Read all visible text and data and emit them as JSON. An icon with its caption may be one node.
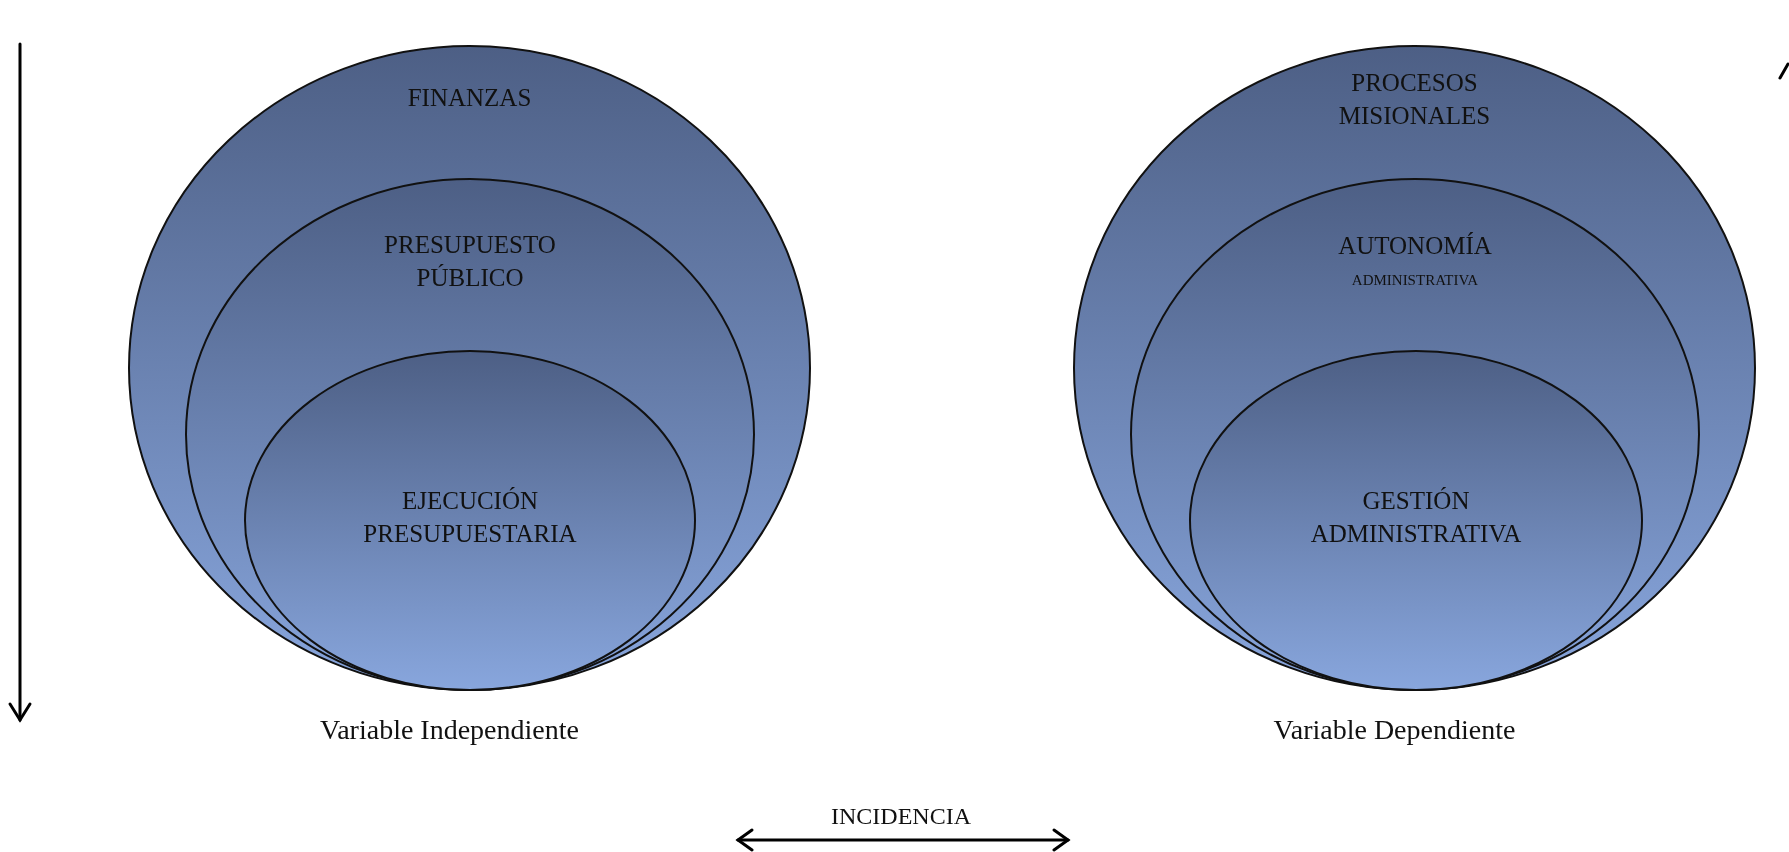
{
  "diagram": {
    "nodes": [
      {
        "text": [
          "FINANZAS"
        ],
        "beside": [
          "Variable Independiente"
        ]
      },
      {
        "text": [
          "PRESUPUESTO PÚBLICO"
        ],
        "in": 0
      },
      {
        "text": [
          "EJECUCIÓN PRESUPUESTARIA"
        ],
        "in": 1
      },
      {
        "text": [
          "PROCESOS MISIONALES"
        ],
        "beside": [
          "Variable Dependiente"
        ]
      },
      {
        "text": [
          "AUTONOMÍA",
          "ADMINISTRATIVA"
        ],
        "in": 3
      },
      {
        "text": [
          "GESTIÓN ADMINISTRATIVA"
        ],
        "in": 4
      }
    ],
    "labels": [
      "INCIDENCIA"
    ]
  }
}
